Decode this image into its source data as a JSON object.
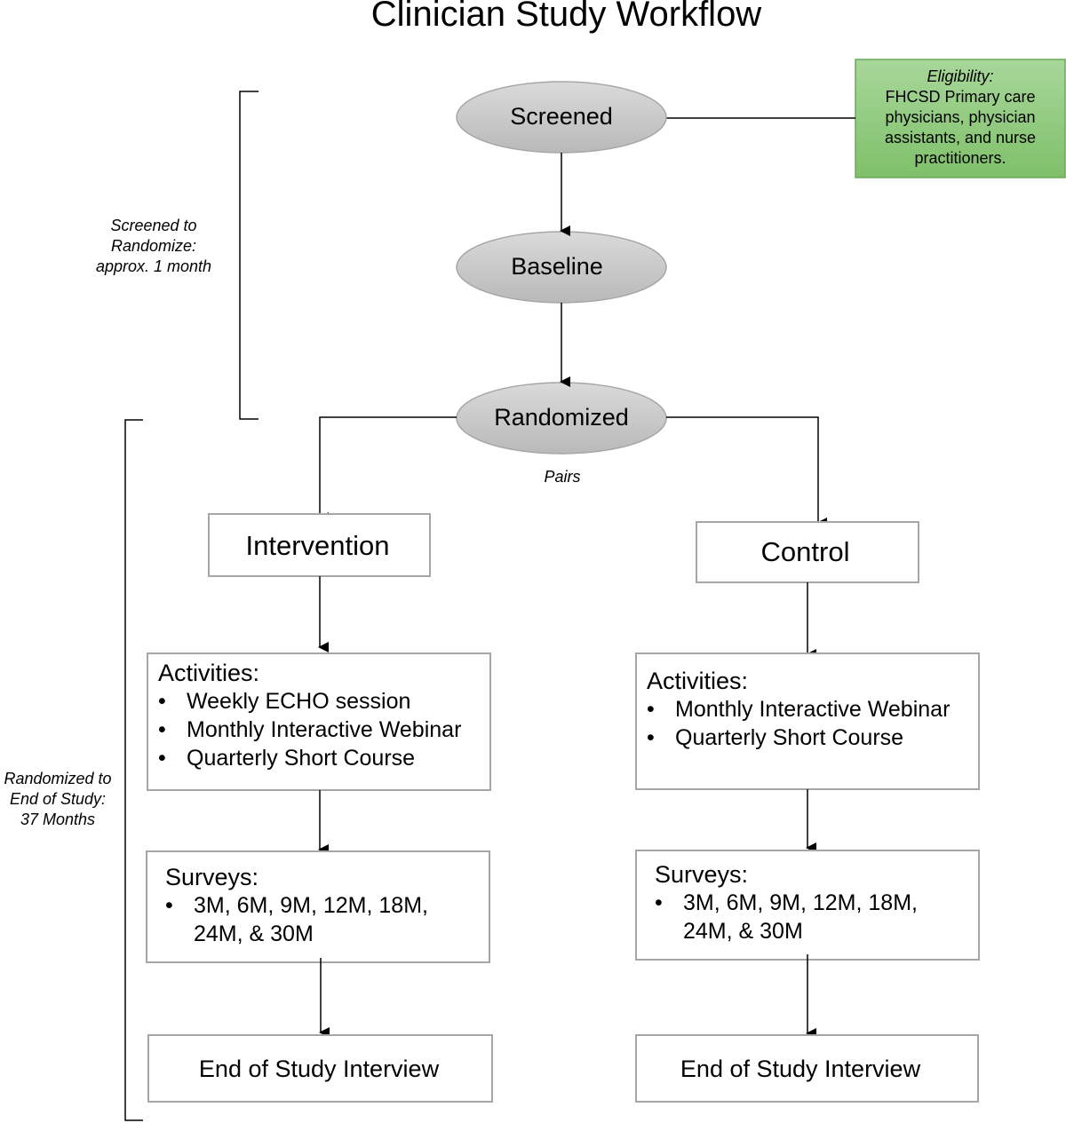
{
  "title": "Clinician Study Workflow",
  "eligibility": {
    "heading": "Eligibility:",
    "lines": [
      "FHCSD Primary care",
      "physicians, physician",
      "assistants, and nurse",
      "practitioners."
    ]
  },
  "timeline": {
    "screened_to_randomize": [
      "Screened to",
      "Randomize:",
      "approx. 1 month"
    ],
    "randomized_to_end": [
      "Randomized to",
      "End of Study:",
      "37 Months"
    ]
  },
  "nodes": {
    "screened": "Screened",
    "baseline": "Baseline",
    "randomized": "Randomized",
    "pairs": "Pairs"
  },
  "arms": {
    "intervention": {
      "label": "Intervention",
      "activities_heading": "Activities:",
      "activities": [
        "Weekly ECHO session",
        "Monthly Interactive Webinar",
        "Quarterly Short Course"
      ],
      "surveys_heading": "Surveys:",
      "surveys": [
        "3M, 6M, 9M, 12M, 18M,",
        "24M, & 30M"
      ],
      "end": "End of Study Interview"
    },
    "control": {
      "label": "Control",
      "activities_heading": "Activities:",
      "activities": [
        "Monthly Interactive Webinar",
        "Quarterly Short Course"
      ],
      "surveys_heading": "Surveys:",
      "surveys": [
        "3M, 6M, 9M, 12M, 18M,",
        "24M, & 30M"
      ],
      "end": "End of Study Interview"
    }
  },
  "colors": {
    "ellipse_fill": "#c8c8c8",
    "ellipse_stroke": "#a6a6a6",
    "box_stroke": "#a6a6a6",
    "eligibility_fill": "#8fc97a",
    "eligibility_stroke": "#6aa85a"
  }
}
